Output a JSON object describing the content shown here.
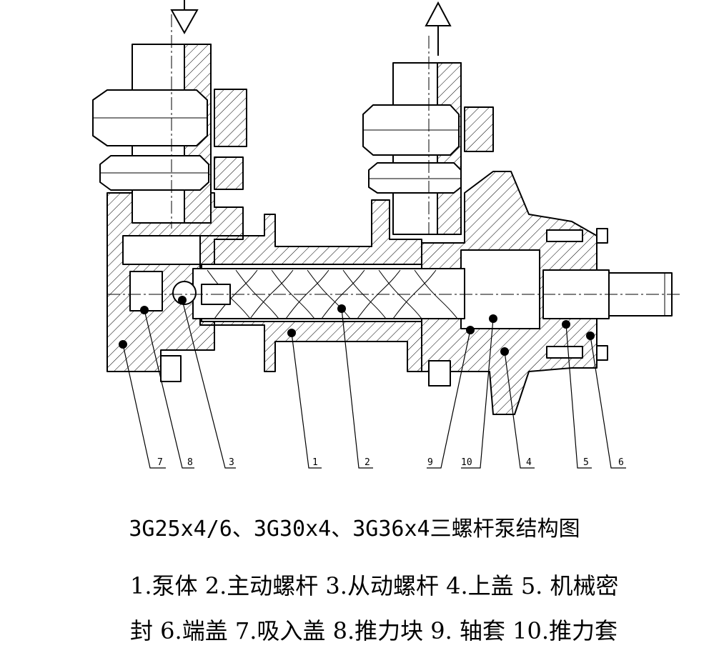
{
  "diagram": {
    "title": "3G25x4/6、3G30x4、3G36x4三螺杆泵结构图",
    "legend_line1": "1.泵体 2.主动螺杆 3.从动螺杆 4.上盖 5. 机械密",
    "legend_line2": "封 6.端盖 7.吸入盖 8.推力块 9. 轴套 10.推力套",
    "part_numbers": [
      "7",
      "8",
      "3",
      "1",
      "2",
      "9",
      "10",
      "4",
      "5",
      "6"
    ]
  }
}
